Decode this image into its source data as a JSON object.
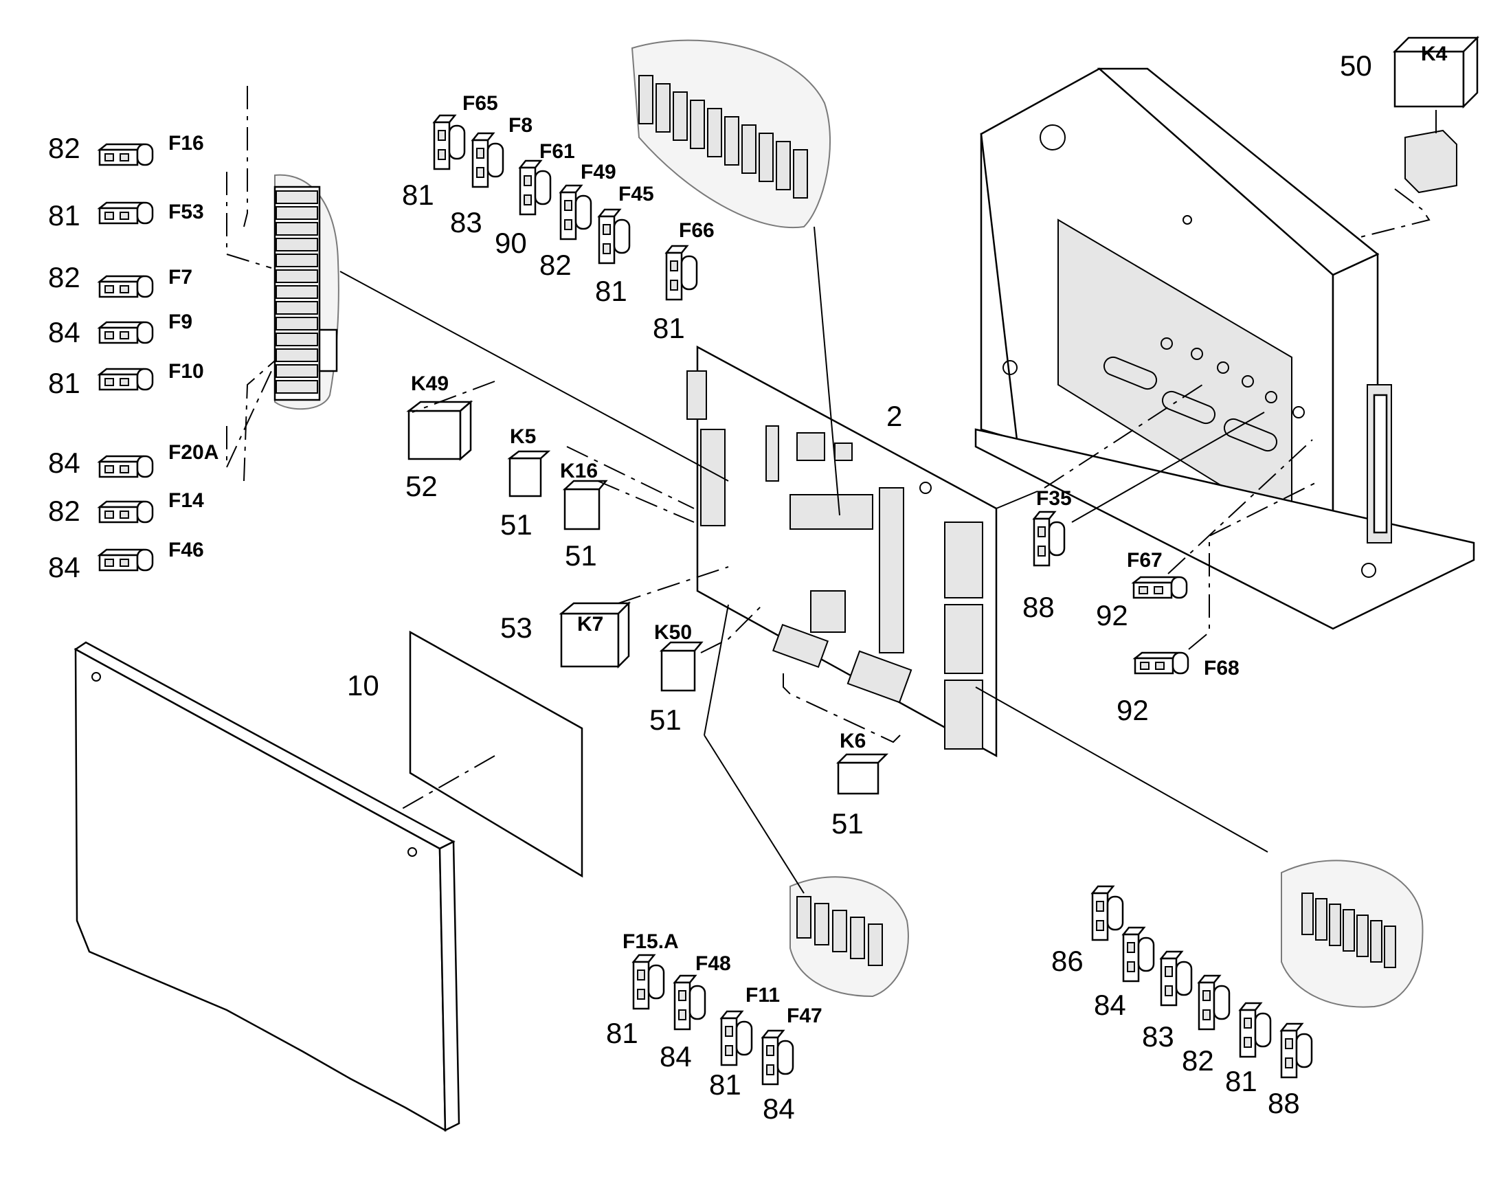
{
  "left_fuse_labels": [
    {
      "number": "82",
      "code": "F16"
    },
    {
      "number": "81",
      "code": "F53"
    },
    {
      "number": "82",
      "code": "F7"
    },
    {
      "number": "84",
      "code": "F9"
    },
    {
      "number": "81",
      "code": "F10"
    },
    {
      "number": "84",
      "code": "F20A"
    },
    {
      "number": "82",
      "code": "F14"
    },
    {
      "number": "84",
      "code": "F46"
    }
  ],
  "top_fuse_labels": [
    {
      "number": "81",
      "code": "F65"
    },
    {
      "number": "83",
      "code": "F8"
    },
    {
      "number": "90",
      "code": "F61"
    },
    {
      "number": "82",
      "code": "F49"
    },
    {
      "number": "81",
      "code": "F45"
    },
    {
      "number": "81",
      "code": "F66"
    }
  ],
  "relays": [
    {
      "number": "52",
      "code": "K49"
    },
    {
      "number": "51",
      "code": "K5"
    },
    {
      "number": "51",
      "code": "K16"
    },
    {
      "number": "53",
      "code": "K7"
    },
    {
      "number": "51",
      "code": "K50"
    },
    {
      "number": "51",
      "code": "K6"
    },
    {
      "number": "50",
      "code": "K4"
    }
  ],
  "right_fuse_labels": [
    {
      "number": "88",
      "code": "F35"
    },
    {
      "number": "92",
      "code": "F67"
    },
    {
      "number": "92",
      "code": "F68"
    }
  ],
  "bottom_center_fuse_labels": [
    {
      "number": "81",
      "code": "F15.A"
    },
    {
      "number": "84",
      "code": "F48"
    },
    {
      "number": "81",
      "code": "F11"
    },
    {
      "number": "84",
      "code": "F47"
    }
  ],
  "bottom_right_fuse_numbers": [
    "86",
    "84",
    "83",
    "82",
    "81",
    "88"
  ],
  "board_number": "2",
  "label_number": "10"
}
